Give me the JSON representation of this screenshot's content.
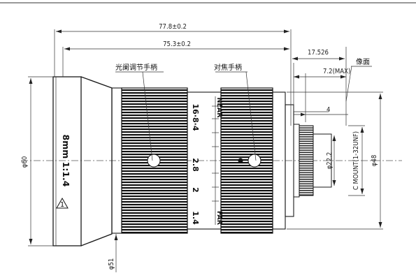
{
  "dimensions": {
    "total_length": "77.8±0.2",
    "body_length": "75.3±0.2",
    "flange_back": "17.526",
    "max_protrusion": "7.2(MAX)",
    "thread_length": "4",
    "front_diameter": "φ60",
    "rear_diameter": "φ51",
    "mount_diameter": "φ22.2",
    "body_diameter": "φ48",
    "mount_spec": "C MOUNT(1-32UNF)"
  },
  "callouts": {
    "iris_ring": "光阑调节手柄",
    "focus_ring": "对焦手柄",
    "image_plane": "像面"
  },
  "lens_engraving": {
    "model": "8mm 1:1.4",
    "aperture_scale": [
      "16",
      "8",
      "4",
      "2.8",
      "2",
      "1.4"
    ],
    "aperture_top": "16·8·4",
    "aperture_mid": "2.8",
    "aperture_low": "2",
    "aperture_bottom": "1.4",
    "near": "NEAR",
    "far": "FAR"
  }
}
